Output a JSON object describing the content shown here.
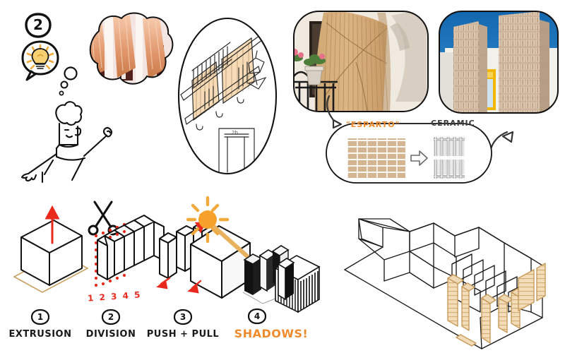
{
  "board": {
    "title": "Architectural concept board — esparto / ceramic facade",
    "background": "#ffffff"
  },
  "colors": {
    "ink": "#1a1a1a",
    "orange": "#ef8b2c",
    "orange_light": "#f0ba7e",
    "red": "#e8291c",
    "tan": "#c8a062",
    "sun": "#f5a12a",
    "sky_blue": "#1771b5",
    "esparto": "#c79a66",
    "window_yellow": "#f2b705",
    "ceramic_gray": "#9a9a9a"
  },
  "top_left": {
    "step_marker": "2",
    "bulb_icon": "lightbulb-icon",
    "person_icon": "person-sketch-icon",
    "thought_bubble": {
      "name": "photo-thought-bubble",
      "caption": "Photo collage: street facades with orange awnings"
    },
    "sketch_oval": {
      "name": "facade-sketch-oval",
      "caption": "Hand sketch of balcony facade with fabric awnings and street lamp",
      "detail_label": "2b"
    }
  },
  "top_right": {
    "photo_esparto": {
      "name": "esparto-curtain-photo",
      "caption": "Photo: woven esparto reed curtain over balcony doorway"
    },
    "photo_building": {
      "name": "ceramic-facade-building-photo",
      "caption": "Photo: building with vertical ceramic louver screen, blue sky"
    },
    "material_panel": {
      "name": "material-translation-panel",
      "left_label": "\"ESPARTO\"",
      "right_label": "CERAMIC",
      "transform_arrow": "right-arrow-icon"
    },
    "arrow_down_left": "curved-arrow-down-icon",
    "arrow_up_right": "curved-arrow-up-icon"
  },
  "steps": [
    {
      "number": "1",
      "label": "EXTRUSION",
      "icon": "extrusion-cube-icon",
      "accent": "red-up-arrow"
    },
    {
      "number": "2",
      "label": "DIVISION",
      "icon": "divided-block-icon",
      "accent": "scissors-icon",
      "slice_numbers": "1 2 3 4 5"
    },
    {
      "number": "3",
      "label": "PUSH + PULL",
      "icon": "pushpull-slabs-icon",
      "accent": "red-push-pull-arrows"
    },
    {
      "number": "4",
      "label": "SHADOWS!",
      "icon": "shadow-slabs-icon",
      "accent": "sun-icon",
      "label_color": "#ef8b2c"
    }
  ],
  "isometric": {
    "name": "isometric-building-drawing",
    "caption": "Isometric line drawing of housing block with ceramic screen facade"
  },
  "divider": {
    "name": "section-divider",
    "visible": false
  }
}
